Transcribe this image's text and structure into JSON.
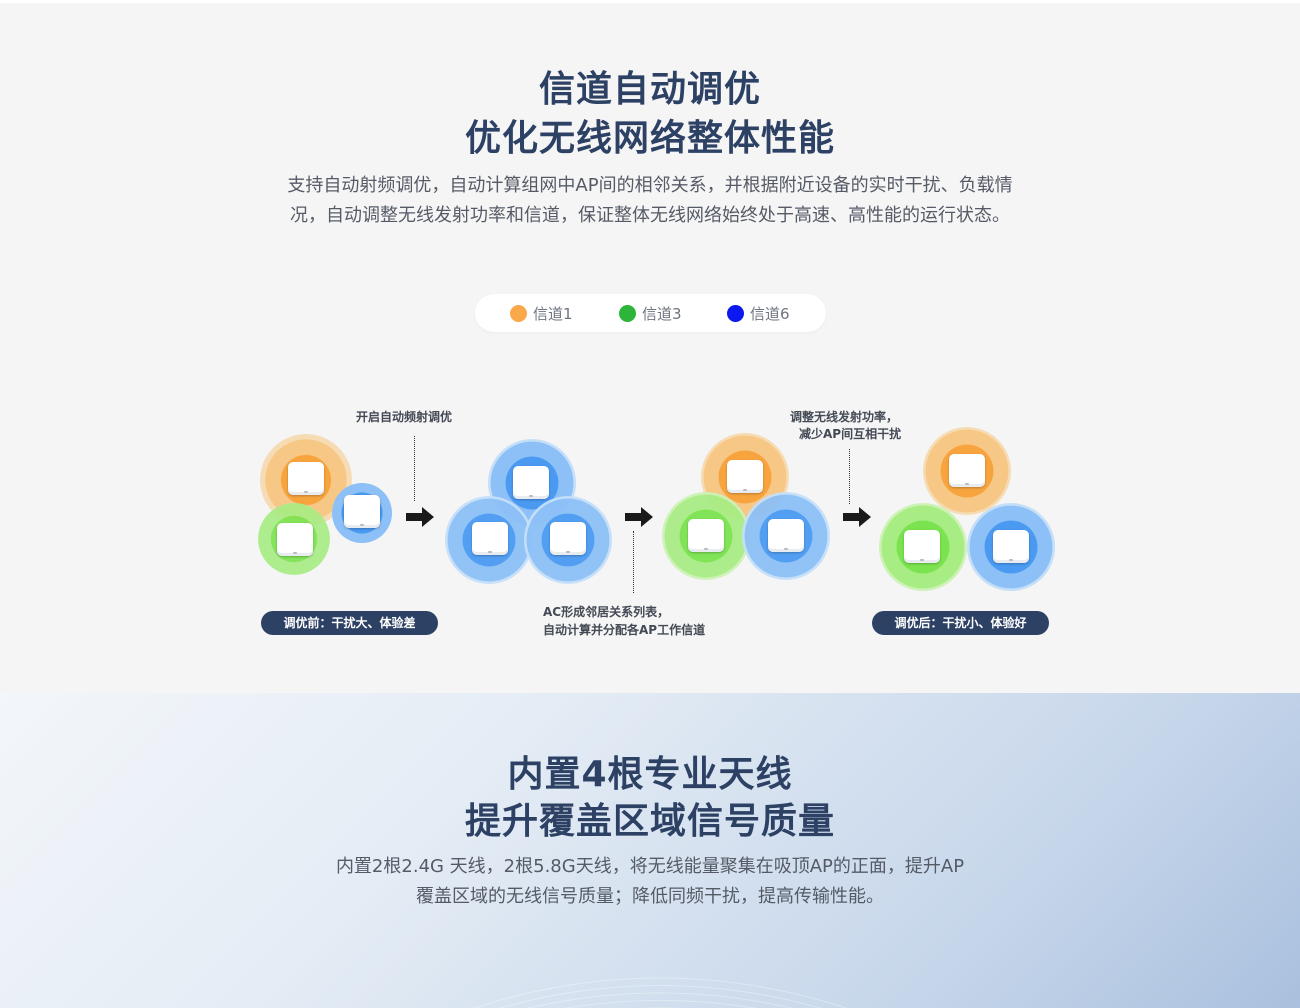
{
  "section1": {
    "title_line1": "信道自动调优",
    "title_line2": "优化无线网络整体性能",
    "desc_line1": "支持自动射频调优，自动计算组网中AP间的相邻关系，并根据附近设备的实时干扰、负载情",
    "desc_line2": "况，自动调整无线发射功率和信道，保证整体无线网络始终处于高速、高性能的运行状态。",
    "legend": [
      {
        "label": "信道1",
        "color": "#f9a94a"
      },
      {
        "label": "信道3",
        "color": "#2db53a"
      },
      {
        "label": "信道6",
        "color": "#0b18f0"
      }
    ],
    "diagram": {
      "step1_note": "开启自动频射调优",
      "step2_note_line1": "AC形成邻居关系列表，",
      "step2_note_line2": "自动计算并分配各AP工作信道",
      "step3_note_line1": "调整无线发射功率，",
      "step3_note_line2": "减少AP间互相干扰",
      "before_label": "调优前：干扰大、体验差",
      "after_label": "调优后：干扰小、体验好"
    }
  },
  "section2": {
    "title_line1": "内置4根专业天线",
    "title_line2": "提升覆盖区域信号质量",
    "desc_line1": "内置2根2.4G 天线，2根5.8G天线，将无线能量聚集在吸顶AP的正面，提升AP",
    "desc_line2": "覆盖区域的无线信号质量；降低同频干扰，提高传输性能。"
  }
}
